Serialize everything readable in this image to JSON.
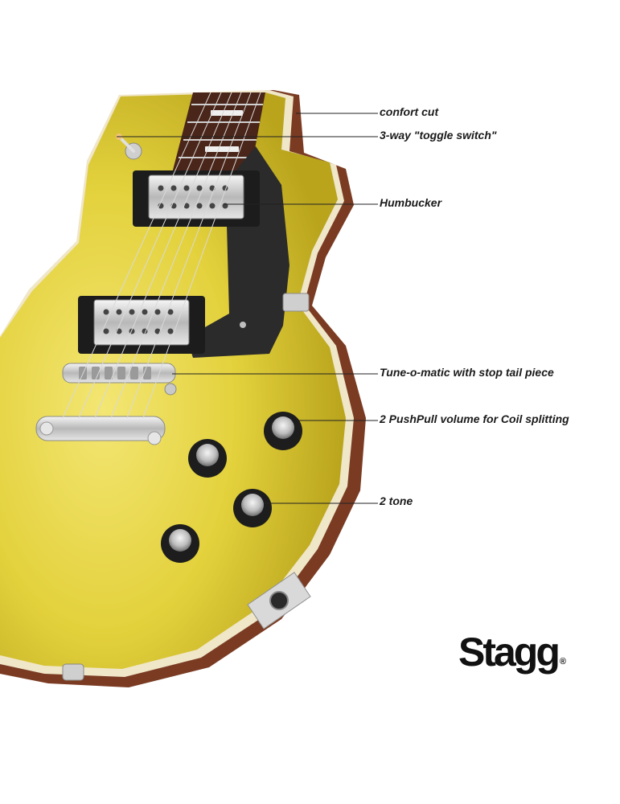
{
  "callouts": {
    "confort_cut": "confort cut",
    "toggle_switch": "3-way \"toggle switch\"",
    "humbucker": "Humbucker",
    "tune_o_matic": "Tune-o-matic with stop tail piece",
    "push_pull": "2 PushPull volume for Coil splitting",
    "tone": "2 tone"
  },
  "brand": {
    "name": "Stagg",
    "mark": "®"
  },
  "colors": {
    "body_gold": "#e3d13c",
    "body_edge": "#7a3b22",
    "binding": "#f0e6c8",
    "pickguard": "#2b2b2b",
    "fretboard": "#4a2519",
    "chrome": "#d6d6d6",
    "text": "#1a1a1a"
  }
}
